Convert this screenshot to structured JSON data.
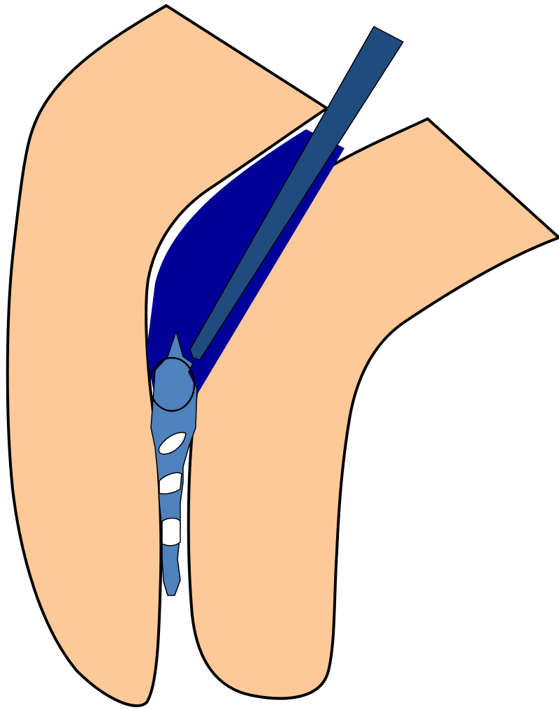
{
  "diagram": {
    "colors": {
      "background": "#ffffff",
      "skin": "#fdc998",
      "outline": "#000000",
      "shaded_region": "#000099",
      "instrument": "#1f4b7f",
      "implant": "#4f81bd",
      "gap": "#ffffff"
    },
    "elements": [
      "left-lobe",
      "right-lobe",
      "shaded-region",
      "instrument",
      "implant"
    ]
  }
}
